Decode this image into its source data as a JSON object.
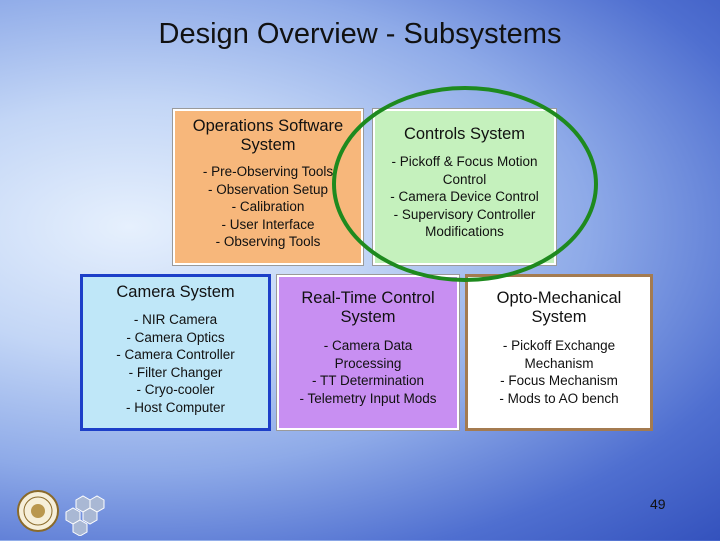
{
  "title": "Design Overview - Subsystems",
  "page_number": "49",
  "boxes": {
    "ops": {
      "heading": "Operations Software\nSystem",
      "items": [
        "- Pre-Observing Tools",
        "- Observation Setup",
        "- Calibration",
        "- User Interface",
        "- Observing Tools"
      ],
      "color": "#f7b77b"
    },
    "ctrl": {
      "heading": "Controls System",
      "items": [
        "- Pickoff & Focus Motion\nControl",
        "- Camera Device Control",
        "- Supervisory Controller\nModifications"
      ],
      "color": "#c5f1bd"
    },
    "cam": {
      "heading": "Camera System",
      "items": [
        "- NIR Camera",
        "- Camera Optics",
        "- Camera Controller",
        "- Filter Changer",
        "- Cryo-cooler",
        "- Host Computer"
      ],
      "color": "#bfe7f8"
    },
    "rtc": {
      "heading": "Real-Time Control\nSystem",
      "items": [
        "- Camera Data\nProcessing",
        "- TT Determination",
        "- Telemetry Input Mods"
      ],
      "color": "#c88ff2"
    },
    "opto": {
      "heading": "Opto-Mechanical\nSystem",
      "items": [
        "- Pickoff Exchange\nMechanism",
        "- Focus Mechanism",
        "- Mods to AO bench"
      ],
      "color": "#ffffff"
    }
  },
  "highlight_color": "#1e8a1e"
}
